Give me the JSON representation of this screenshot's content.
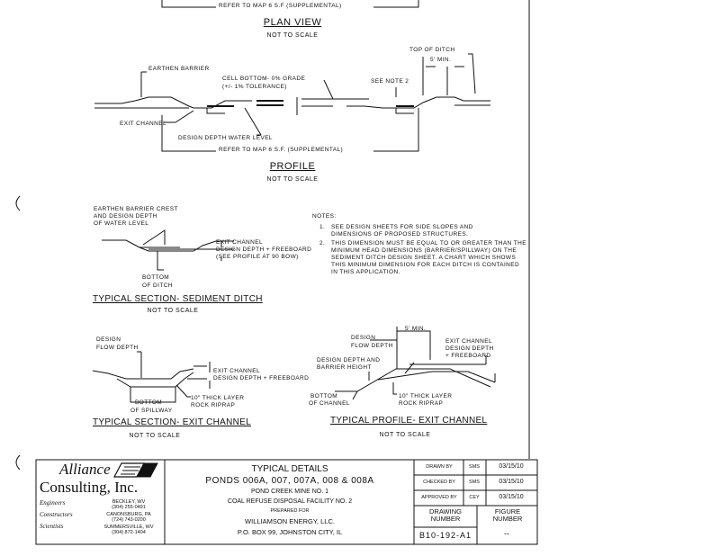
{
  "plan_view": {
    "refer_label": "REFER TO MAP 6 S.F (SUPPLEMENTAL)",
    "title": "PLAN VIEW",
    "scale": "NOT TO SCALE"
  },
  "profile": {
    "top_of_ditch": "TOP OF DITCH",
    "min_width": "5' MIN.",
    "earthen_barrier": "EARTHEN BARRIER",
    "cell_bottom": "CELL BOTTOM- 0% GRADE",
    "tolerance": "(+/- 1% TOLERANCE)",
    "see_note": "SEE NOTE 2",
    "exit_channel": "EXIT CHANNEL",
    "design_depth": "DESIGN DEPTH WATER LEVEL",
    "refer_label": "REFER TO MAP 6 S.F. (SUPPLEMENTAL)",
    "title": "PROFILE",
    "scale": "NOT TO SCALE"
  },
  "sediment_ditch": {
    "crest_label": [
      "EARTHEN BARRIER CREST",
      "AND DESIGN DEPTH",
      "OF WATER LEVEL"
    ],
    "exit_label": [
      "EXIT CHANNEL",
      "DESIGN DEPTH + FREEBOARD",
      "(SEE PROFILE AT 90 BOW)"
    ],
    "bottom_label": [
      "BOTTOM",
      "OF DITCH"
    ],
    "title": "TYPICAL SECTION- SEDIMENT DITCH",
    "scale": "NOT TO SCALE"
  },
  "notes": {
    "heading": "NOTES:",
    "items": [
      [
        "1.",
        "SEE DESIGN SHEETS FOR SIDE SLOPES AND",
        "DIMENSIONS OF PROPOSED STRUCTURES."
      ],
      [
        "2.",
        "THIS DIMENSION MUST BE EQUAL TO OR GREATER THAN THE",
        "MINIMUM HEAD DIMENSIONS (BARRIER/SPILLWAY) ON THE",
        "SEDIMENT DITCH DESIGN SHEET. A CHART WHICH SHOWS",
        "THIS MINIMUM DIMENSION FOR EACH DITCH IS CONTAINED",
        "IN THIS APPLICATION."
      ]
    ]
  },
  "exit_section": {
    "flow_depth": [
      "DESIGN",
      "FLOW DEPTH"
    ],
    "exit_label": [
      "EXIT CHANNEL",
      "DESIGN DEPTH + FREEBOARD"
    ],
    "bottom_label": [
      "BOTTOM",
      "OF SPILLWAY"
    ],
    "riprap": [
      "10\" THICK LAYER",
      "ROCK RIPRAP"
    ],
    "title": "TYPICAL SECTION- EXIT CHANNEL",
    "scale": "NOT TO SCALE"
  },
  "exit_profile": {
    "min_width": "5' MIN.",
    "flow_depth": [
      "DESIGN",
      "FLOW DEPTH"
    ],
    "exit_label": [
      "EXIT CHANNEL",
      "DESIGN DEPTH",
      "+ FREEBOARD"
    ],
    "barrier": [
      "DESIGN DEPTH AND",
      "BARRIER HEIGHT"
    ],
    "bottom_label": [
      "BOTTOM",
      "OF CHANNEL"
    ],
    "riprap": [
      "10\" THICK LAYER",
      "ROCK RIPRAP"
    ],
    "title": "TYPICAL PROFILE- EXIT CHANNEL",
    "scale": "NOT TO SCALE"
  },
  "title_block": {
    "company_line1": "Alliance",
    "company_line2": "Consulting, Inc.",
    "disciplines": [
      "Engineers",
      "Constructors",
      "Scientists"
    ],
    "offices": [
      [
        "BECKLEY, WV",
        "(304) 255-0491"
      ],
      [
        "CANONSBURG, PA",
        "(724) 743-0200"
      ],
      [
        "SUMMERSVILLE, WV",
        "(304) 872-1404"
      ]
    ],
    "title": "TYPICAL DETAILS",
    "ponds": "PONDS 006A, 007, 007A, 008 & 008A",
    "mine": "POND CREEK MINE NO. 1",
    "facility": "COAL REFUSE DISPOSAL FACILITY NO. 2",
    "prepared_for": "PREPARED FOR",
    "client": "WILLIAMSON ENERGY, LLC.",
    "address": "P.O. BOX 99, JOHNSTON CITY, IL",
    "approvals": [
      {
        "label": "DRAWN BY",
        "initials": "SMS",
        "date": "03/15/10"
      },
      {
        "label": "CHECKED BY",
        "initials": "SMS",
        "date": "03/15/10"
      },
      {
        "label": "APPROVED BY",
        "initials": "CEY",
        "date": "03/15/10"
      }
    ],
    "drawing_number_label": "DRAWING NUMBER",
    "drawing_number": "B10-192-A1",
    "figure_number_label": "FIGURE NUMBER",
    "figure_number": "--"
  }
}
